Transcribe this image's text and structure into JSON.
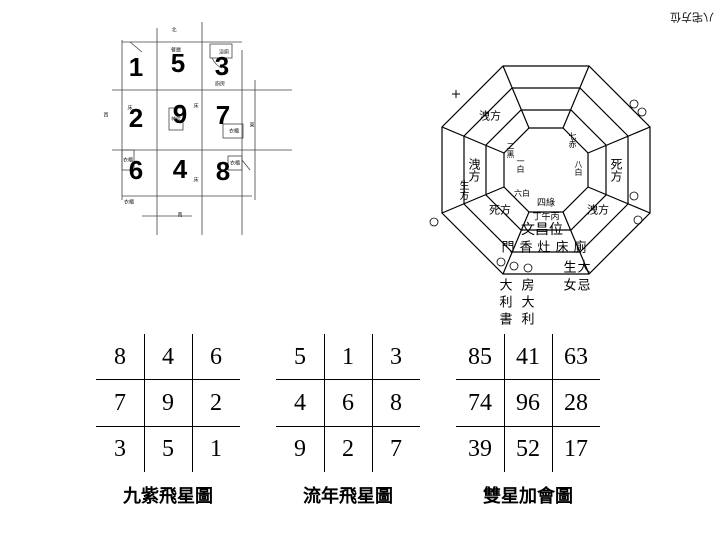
{
  "floor_plan": {
    "numbers": [
      "1",
      "5",
      "3",
      "2",
      "9",
      "7",
      "6",
      "4",
      "8"
    ],
    "labels": {
      "north": "北",
      "south": "南",
      "west": "西",
      "east": "東",
      "kitchen": "廚房",
      "bath": "浴廁",
      "dining": "餐廳",
      "bed1": "床",
      "bed2": "床",
      "bed3": "床",
      "altar": "神位",
      "wardrobe1": "衣櫃",
      "wardrobe2": "衣櫃",
      "wardrobe3": "衣櫃",
      "wardrobe4": "衣櫃"
    }
  },
  "bagua": {
    "title": "八宅方位",
    "outer": [
      "文昌位",
      "門",
      "香",
      "灶",
      "床",
      "廁",
      "生",
      "女",
      "大",
      "忌",
      "房",
      "大",
      "利",
      "大",
      "利",
      "書"
    ],
    "middle": [
      "死方",
      "洩方",
      "生方",
      "洩方",
      "死方",
      "洩方"
    ],
    "inner": [
      "丁午丙",
      "四綠",
      "一白",
      "二黑",
      "六白",
      "八白",
      "七赤"
    ]
  },
  "grids": [
    {
      "caption": "九紫飛星圖",
      "cells": [
        "8",
        "4",
        "6",
        "7",
        "9",
        "2",
        "3",
        "5",
        "1"
      ]
    },
    {
      "caption": "流年飛星圖",
      "cells": [
        "5",
        "1",
        "3",
        "4",
        "6",
        "8",
        "9",
        "2",
        "7"
      ]
    },
    {
      "caption": "雙星加會圖",
      "cells": [
        "85",
        "41",
        "63",
        "74",
        "96",
        "28",
        "39",
        "52",
        "17"
      ]
    }
  ]
}
